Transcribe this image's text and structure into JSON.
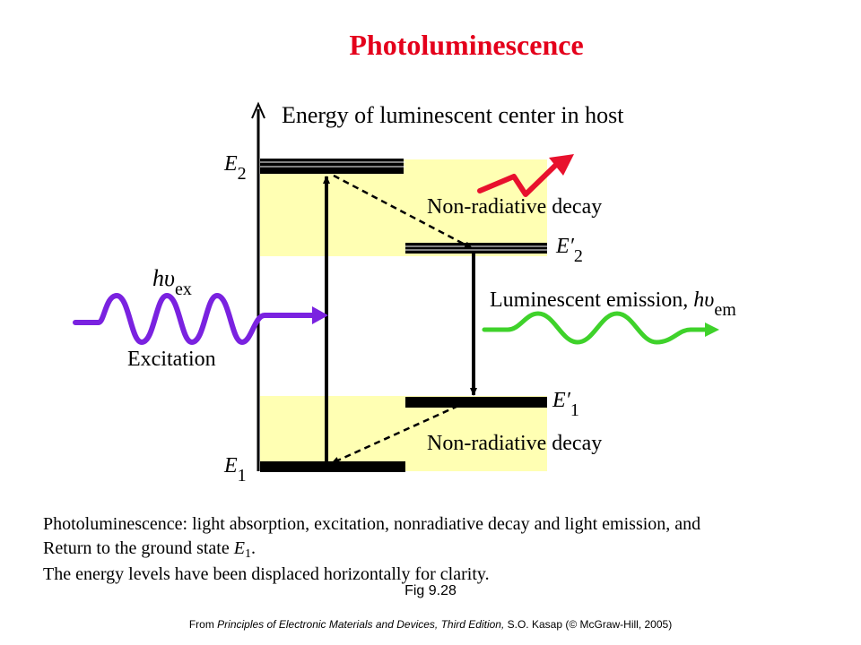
{
  "title": "Photoluminescence",
  "axis_label": "Energy of luminescent center in host",
  "levels": {
    "e2": {
      "symbol": "E",
      "sub": "2"
    },
    "e2p": {
      "symbol": "E′",
      "sub": "2"
    },
    "e1p": {
      "symbol": "E′",
      "sub": "1"
    },
    "e1": {
      "symbol": "E",
      "sub": "1"
    }
  },
  "labels": {
    "nonrad_top": "Non-radiative decay",
    "nonrad_bottom": "Non-radiative decay",
    "h_ex": "h",
    "nu": "υ",
    "ex_sub": "ex",
    "excitation": "Excitation",
    "emission_prefix": "Luminescent emission, ",
    "h_em": "h",
    "em_sub": "em"
  },
  "caption": {
    "line1": "Photoluminescence: light absorption, excitation, nonradiative decay and light emission, and",
    "line2_prefix": "Return to the ground state ",
    "line2_symbol": "E",
    "line2_sub": "1",
    "line2_suffix": ".",
    "line3": "The energy levels have been displaced horizontally for clarity."
  },
  "fig_label": "Fig 9.28",
  "source": {
    "prefix": "From ",
    "book": "Principles of Electronic Materials and Devices, Third Edition,",
    "suffix": " S.O. Kasap (© McGraw-Hill, 2005)"
  },
  "colors": {
    "title": "#e4001b",
    "band": "#ffffb3",
    "excitation_wave": "#7a22e0",
    "emission_wave": "#3fd22b",
    "heat_arrow": "#e8112d"
  }
}
